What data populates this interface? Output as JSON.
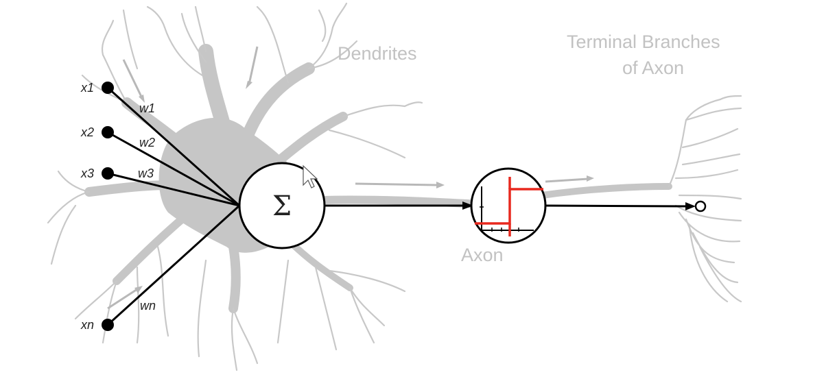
{
  "labels": {
    "dendrites": "Dendrites",
    "terminal_line1": "Terminal Branches",
    "terminal_line2": "of Axon",
    "axon": "Axon",
    "sigma": "Σ"
  },
  "inputs": [
    {
      "name": "x1",
      "weight": "w1"
    },
    {
      "name": "x2",
      "weight": "w2"
    },
    {
      "name": "x3",
      "weight": "w3"
    },
    {
      "name": "xn",
      "weight": "wn"
    }
  ],
  "colors": {
    "neuron_gray": "#c6c6c6",
    "label_gray": "#c2c2c2",
    "wire": "#000000",
    "step_function": "#e8281e"
  }
}
